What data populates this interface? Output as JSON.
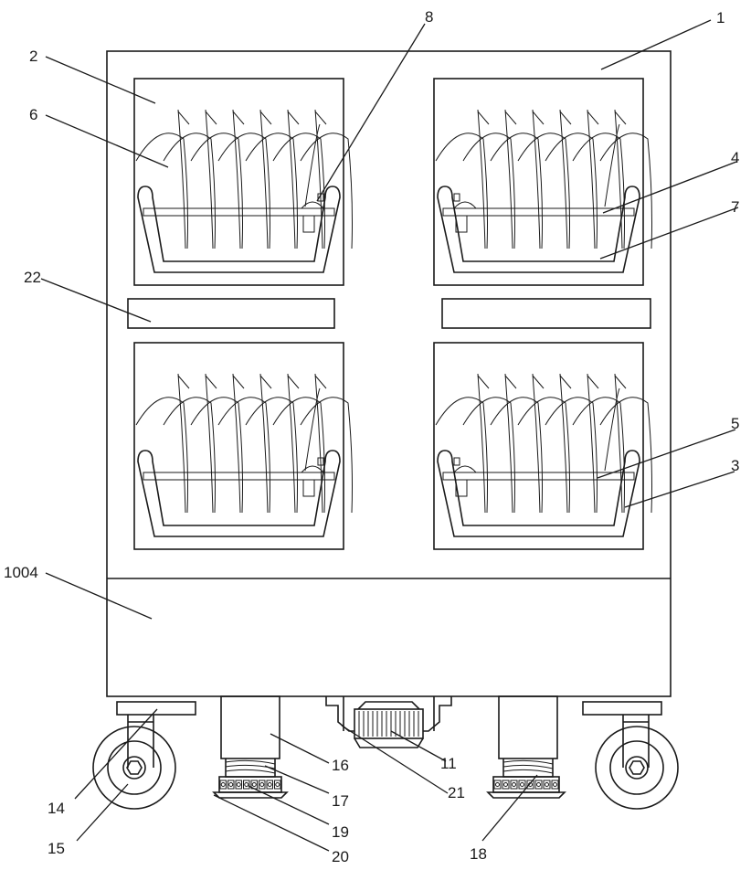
{
  "labels": [
    "1",
    "2",
    "3",
    "4",
    "5",
    "6",
    "7",
    "8",
    "11",
    "14",
    "15",
    "16",
    "17",
    "18",
    "19",
    "20",
    "21",
    "22",
    "1004"
  ]
}
